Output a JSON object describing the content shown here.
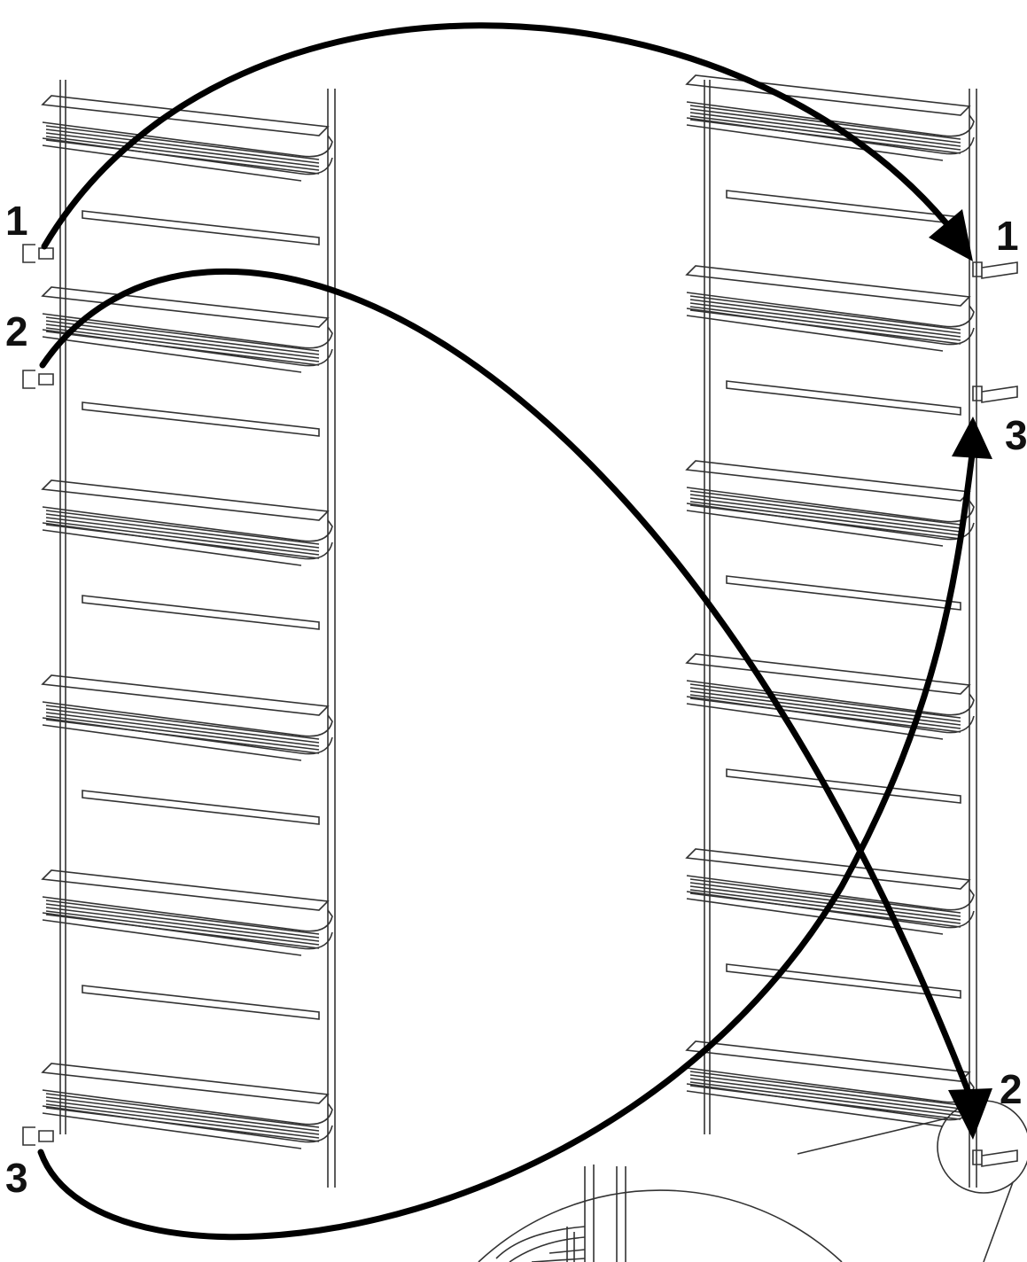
{
  "colors": {
    "line": "#333333",
    "arrow": "#000000",
    "background": "#ffffff"
  },
  "left_rack": {
    "shelves": 6,
    "brackets": [
      {
        "label": "1"
      },
      {
        "label": "2"
      },
      {
        "label": "3"
      }
    ]
  },
  "right_rack": {
    "shelves": 6,
    "brackets": [
      {
        "label": "1"
      },
      {
        "label": "3"
      },
      {
        "label": "2"
      }
    ]
  },
  "arrows": [
    {
      "from": "1",
      "to": "1"
    },
    {
      "from": "2",
      "to": "2"
    },
    {
      "from": "3",
      "to": "3"
    }
  ]
}
